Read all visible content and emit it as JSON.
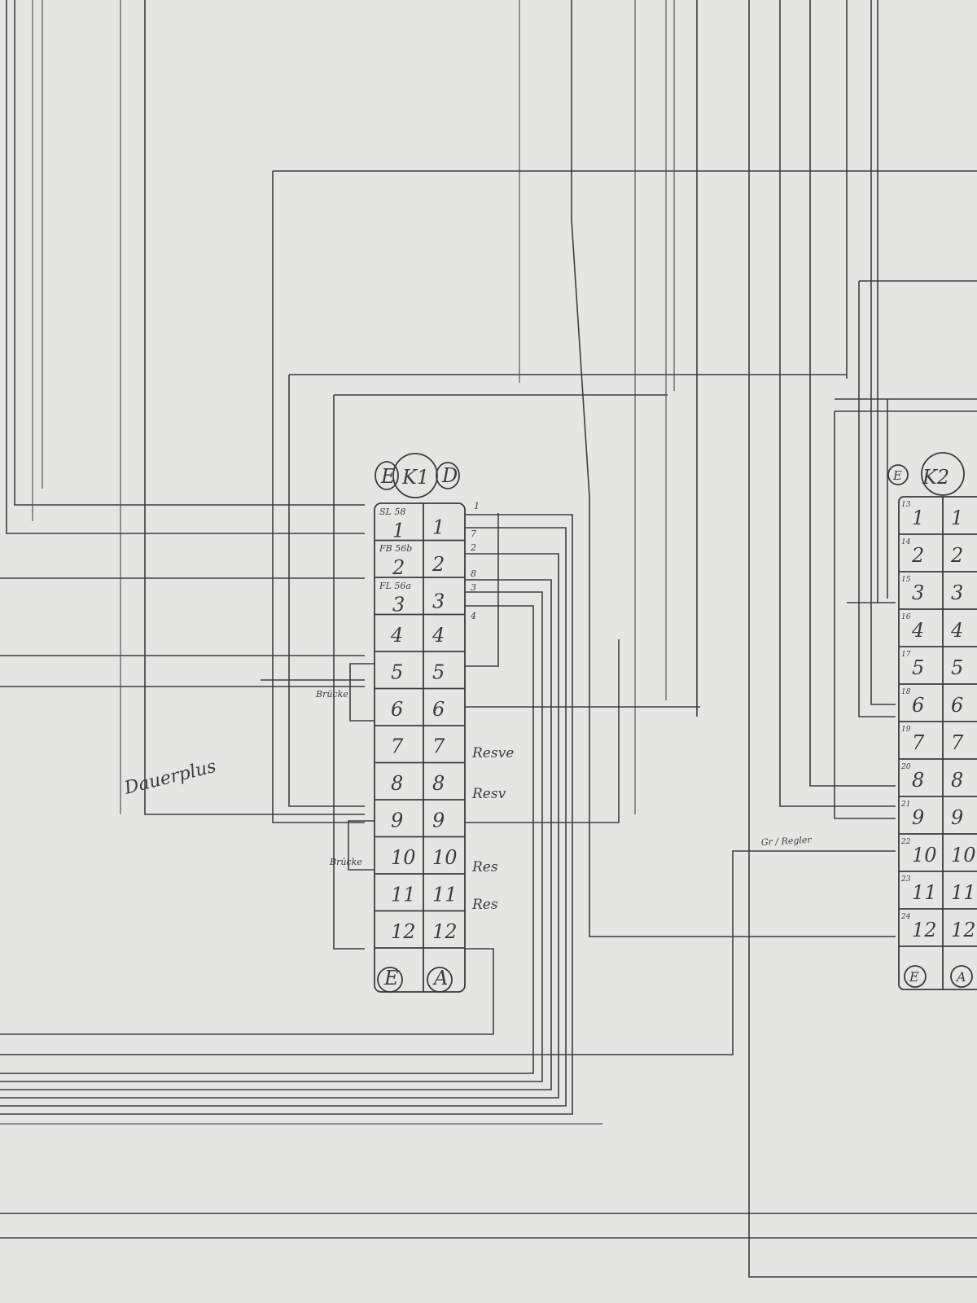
{
  "k1": {
    "title": "K1",
    "left_header": "E",
    "right_header": "D",
    "left_terminals": [
      "1",
      "2",
      "3",
      "4",
      "5",
      "6",
      "7",
      "8",
      "9",
      "10",
      "11",
      "12"
    ],
    "right_terminals": [
      "1",
      "2",
      "3",
      "4",
      "5",
      "6",
      "7",
      "8",
      "9",
      "10",
      "11",
      "12"
    ],
    "left_annotations": [
      "SL 58",
      "FB 56b",
      "FL 56a"
    ],
    "right_wire_marks": [
      "1",
      "7",
      "2",
      "8",
      "3",
      "4"
    ],
    "side_notes": {
      "row7": "Resve",
      "row8": "Resv",
      "row10": "Res",
      "row11": "Res"
    },
    "bridge_labels": [
      "Brücke",
      "Brücke"
    ],
    "footer_left": "E",
    "footer_right": "A"
  },
  "k2": {
    "title": "K2",
    "left_header": "E",
    "left_terminals": [
      "1",
      "2",
      "3",
      "4",
      "5",
      "6",
      "7",
      "8",
      "9",
      "10",
      "11",
      "12"
    ],
    "left_small_numbers": [
      "13",
      "14",
      "15",
      "16",
      "17",
      "18",
      "19",
      "20",
      "21",
      "22",
      "23",
      "24"
    ],
    "right_terminals": [
      "1",
      "2",
      "3",
      "4",
      "5",
      "6",
      "7",
      "8",
      "9",
      "10",
      "11",
      "12"
    ],
    "footer_left": "E",
    "footer_right": "A"
  },
  "labels": {
    "dauerplus": "Dauerplus",
    "regler": "Gr / Regler"
  }
}
